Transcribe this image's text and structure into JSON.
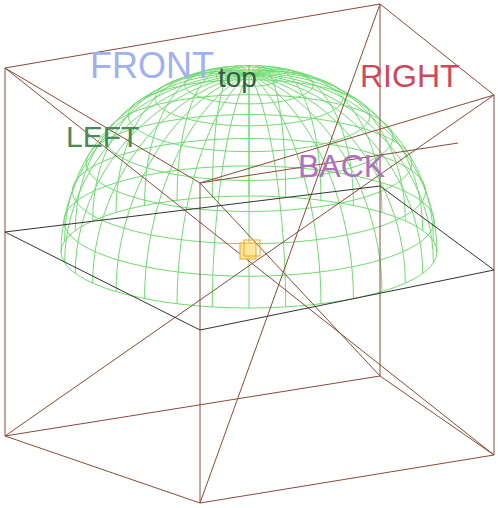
{
  "diagram": {
    "labels": [
      "FRONT",
      "top",
      "RIGHT",
      "LEFT",
      "BACK"
    ]
  }
}
